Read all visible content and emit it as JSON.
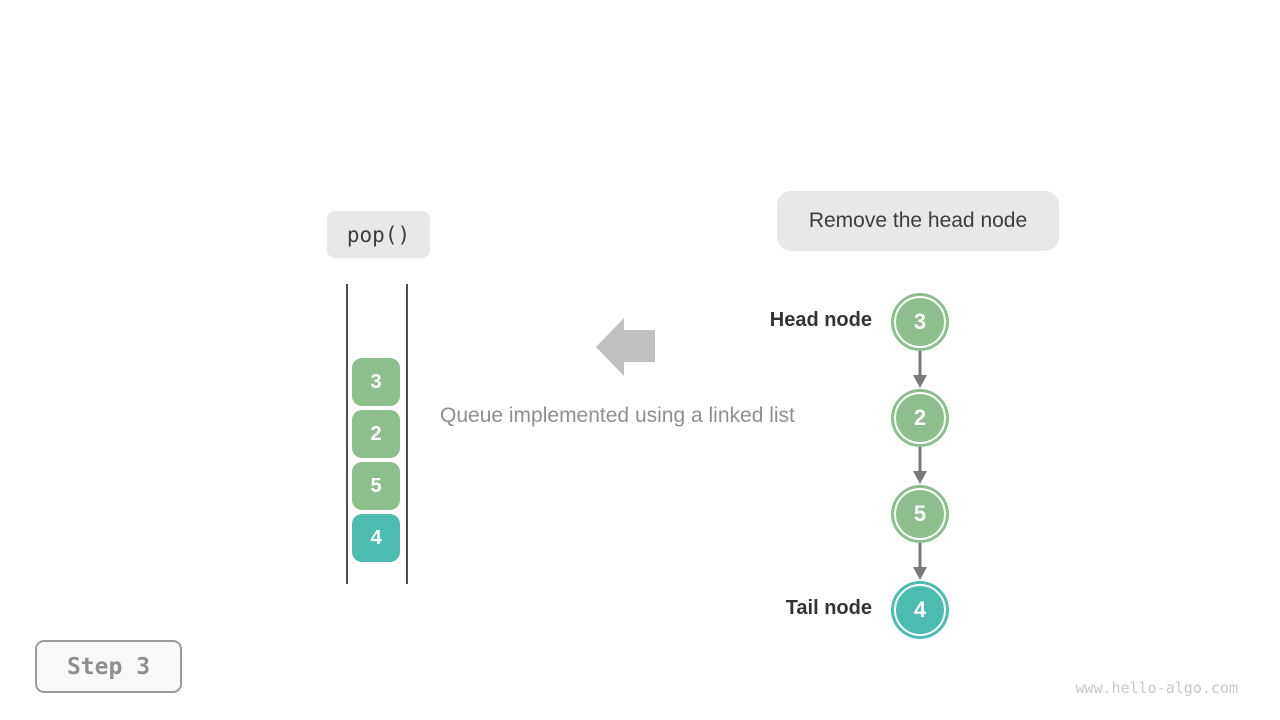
{
  "colors": {
    "node_green": "#8cbf8c",
    "node_teal": "#4cbcb2",
    "badge_bg": "#e8e8e8",
    "dark_text": "#3d3d3d",
    "muted_text": "#8f8f8f",
    "big_arrow_gray": "#c1c1c1",
    "link_arrow_gray": "#7a7a7a",
    "watermark_gray": "#c9c9c9"
  },
  "operation_badge": {
    "label": "pop()"
  },
  "annotation_badge": {
    "label": "Remove the head node"
  },
  "caption": "Queue implemented using a linked list",
  "stack": {
    "items": [
      {
        "value": "3"
      },
      {
        "value": "2"
      },
      {
        "value": "5"
      },
      {
        "value": "4"
      }
    ]
  },
  "linked_list": {
    "head_label": "Head node",
    "tail_label": "Tail node",
    "nodes": [
      {
        "value": "3"
      },
      {
        "value": "2"
      },
      {
        "value": "5"
      },
      {
        "value": "4"
      }
    ]
  },
  "step_badge": {
    "label": "Step 3"
  },
  "watermark": "www.hello-algo.com"
}
